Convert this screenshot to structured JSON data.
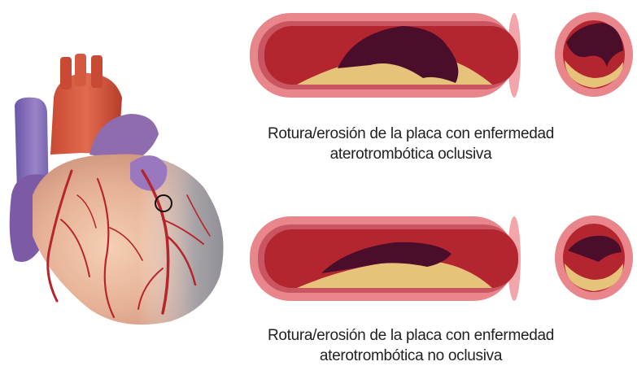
{
  "panels": [
    {
      "id": "oclusiva",
      "caption_line1": "Rotura/erosión de la placa con enfermedad",
      "caption_line2": "aterotrombótica oclusiva"
    },
    {
      "id": "no_oclusiva",
      "caption_line1": "Rotura/erosión de la placa con enfermedad",
      "caption_line2": "aterotrombótica no oclusiva"
    }
  ],
  "colors": {
    "vessel_wall": "#e8868c",
    "vessel_wall_dark": "#c85560",
    "lumen": "#b3262f",
    "plaque": "#e7c27a",
    "thrombus": "#4a0d2a",
    "heart_muscle": "#e9b79a",
    "heart_shadow": "#a7a9b1",
    "artery": "#b8262b",
    "aorta": "#d4573e",
    "vena_cava": "#8a6fb8"
  }
}
